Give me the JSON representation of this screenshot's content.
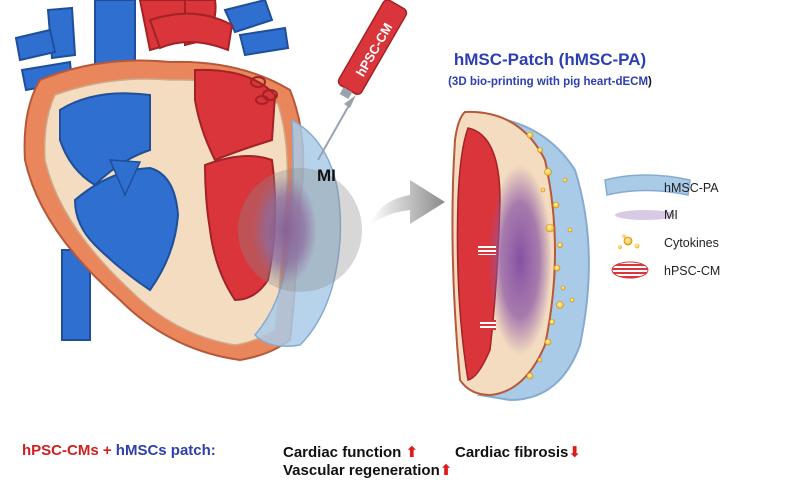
{
  "patch_title": "hMSC-Patch (hMSC-PA)",
  "patch_subtitle_main": "(3D bio-printing with pig heart-dECM",
  "patch_subtitle_close": ")",
  "syringe_label": "hPSC-CM",
  "mi_label": "MI",
  "legend": [
    {
      "label": "hMSC-PA",
      "icon": "patch-band-icon"
    },
    {
      "label": "MI",
      "icon": "infarct-blur-icon"
    },
    {
      "label": "Cytokines",
      "icon": "cytokine-dots-icon"
    },
    {
      "label": "hPSC-CM",
      "icon": "cardiomyocyte-icon"
    }
  ],
  "summary": {
    "treatment_cm": "hPSC-CMs",
    "plus": " + ",
    "treatment_msc": "hMSCs patch",
    "colon": ":",
    "outcome_1": "Cardiac function",
    "outcome_2": "Cardiac fibrosis",
    "outcome_3": "Vascular regeneration",
    "up_arrow": "⬆",
    "down_arrow": "⬇"
  },
  "colors": {
    "blue_chambers": "#2f6fd0",
    "red_myocardium": "#d9353b",
    "tissue_cream": "#f3dcc0",
    "outer_orange": "#e9865c",
    "patch_blue": "#a9cbe8",
    "infarct_purple": "#8e5aa8",
    "title_blue": "#2d3fb0",
    "accent_red": "#d0201e"
  }
}
